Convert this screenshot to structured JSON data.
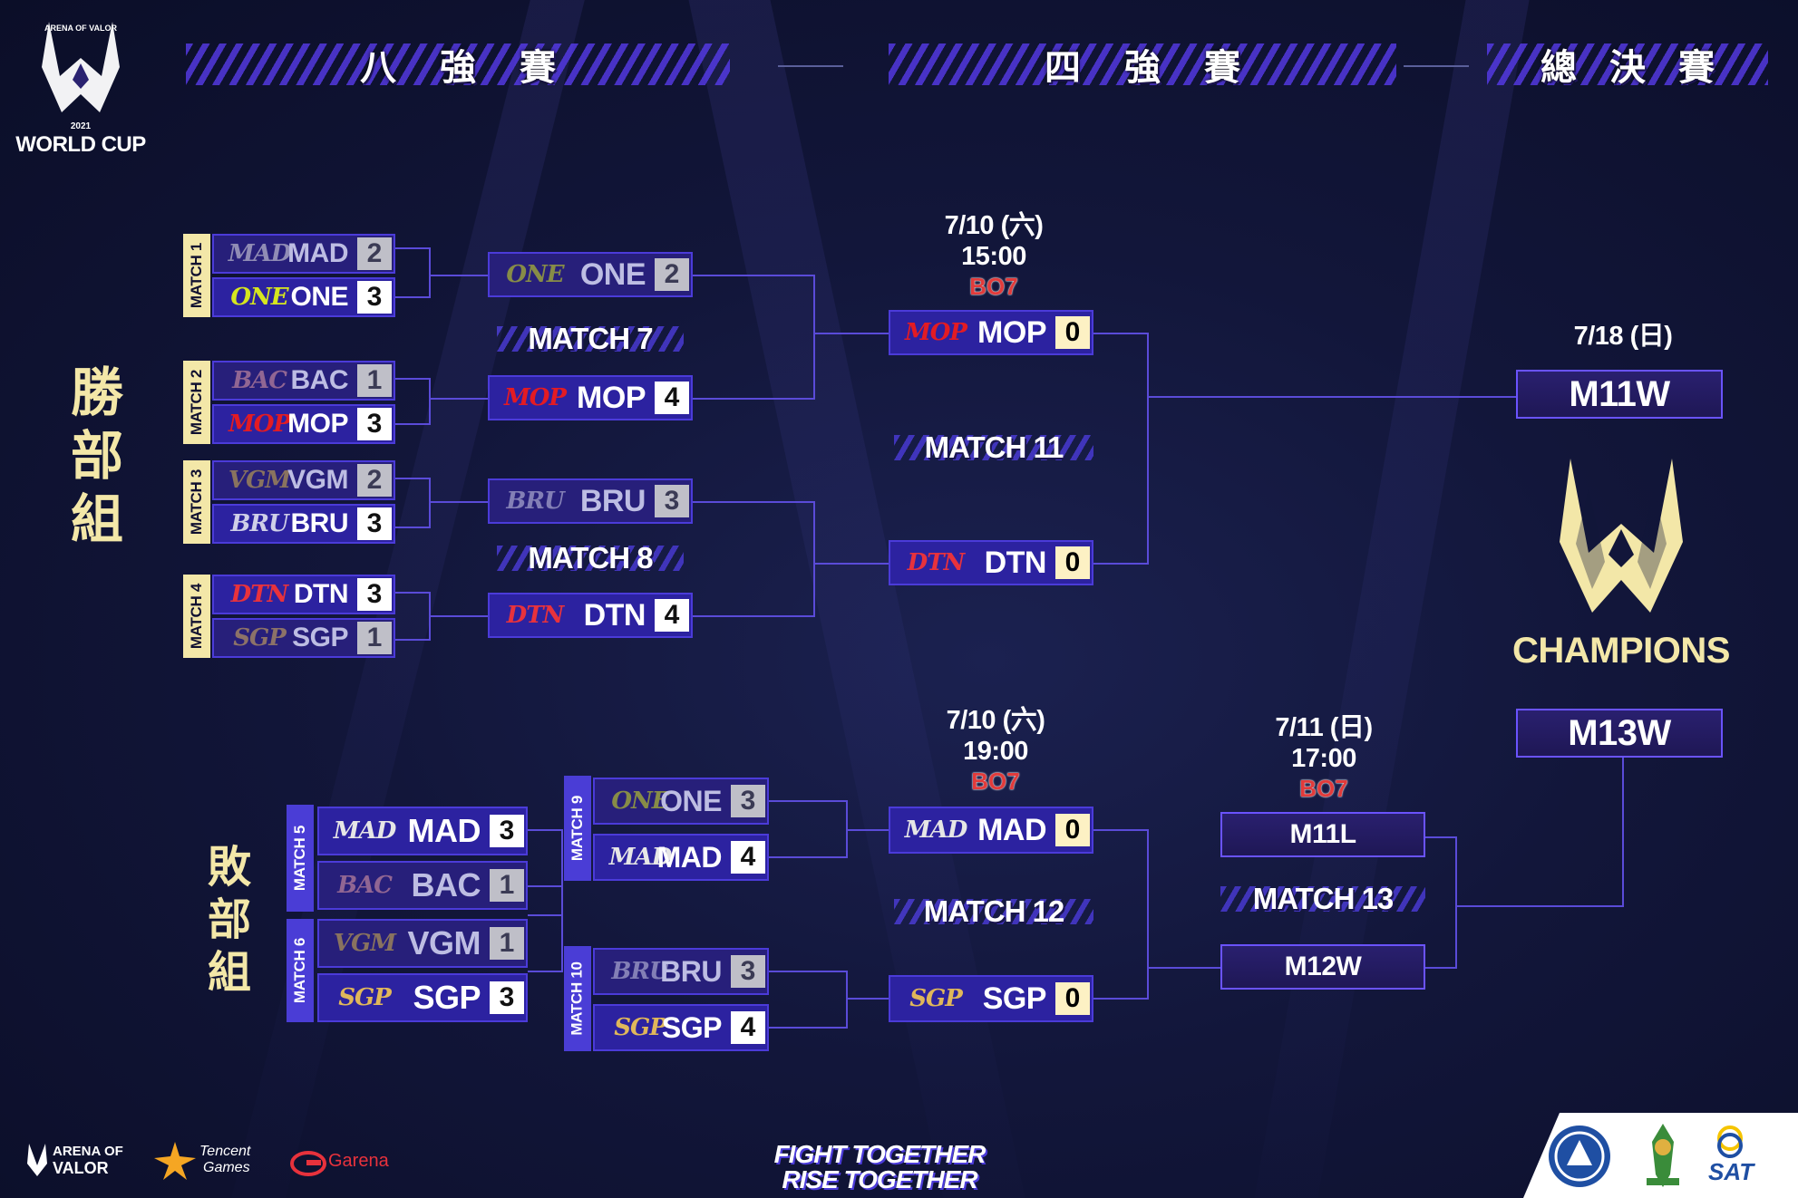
{
  "branding": {
    "logo_top": "ARENA OF VALOR",
    "logo_year": "2021",
    "logo_title": "WORLD CUP"
  },
  "headers": {
    "quarterfinal": "八強賽",
    "semifinal": "四強賽",
    "grandfinal": "總決賽"
  },
  "groups": {
    "upper": [
      "勝",
      "部",
      "組"
    ],
    "lower": [
      "敗",
      "部",
      "組"
    ]
  },
  "upper_r1": [
    {
      "tab": "MATCH 1",
      "teams": [
        {
          "logo": "MAD",
          "name": "MAD",
          "score": "2",
          "state": "loss"
        },
        {
          "logo": "ONE",
          "name": "ONE",
          "score": "3",
          "state": "win"
        }
      ]
    },
    {
      "tab": "MATCH 2",
      "teams": [
        {
          "logo": "BAC",
          "name": "BAC",
          "score": "1",
          "state": "loss"
        },
        {
          "logo": "MOP",
          "name": "MOP",
          "score": "3",
          "state": "win"
        }
      ]
    },
    {
      "tab": "MATCH 3",
      "teams": [
        {
          "logo": "VGM",
          "name": "VGM",
          "score": "2",
          "state": "loss"
        },
        {
          "logo": "BRU",
          "name": "BRU",
          "score": "3",
          "state": "win"
        }
      ]
    },
    {
      "tab": "MATCH 4",
      "teams": [
        {
          "logo": "DTN",
          "name": "DTN",
          "score": "3",
          "state": "win"
        },
        {
          "logo": "SGP",
          "name": "SGP",
          "score": "1",
          "state": "loss"
        }
      ]
    }
  ],
  "upper_r2": [
    {
      "label": "MATCH 7",
      "teams": [
        {
          "logo": "ONE",
          "name": "ONE",
          "score": "2",
          "state": "loss"
        },
        {
          "logo": "MOP",
          "name": "MOP",
          "score": "4",
          "state": "win"
        }
      ]
    },
    {
      "label": "MATCH 8",
      "teams": [
        {
          "logo": "BRU",
          "name": "BRU",
          "score": "3",
          "state": "loss"
        },
        {
          "logo": "DTN",
          "name": "DTN",
          "score": "4",
          "state": "win"
        }
      ]
    }
  ],
  "upper_semi": {
    "date": "7/10 (六)",
    "time": "15:00",
    "format": "BO7",
    "label": "MATCH 11",
    "teams": [
      {
        "logo": "MOP",
        "name": "MOP",
        "score": "0",
        "state": "pend"
      },
      {
        "logo": "DTN",
        "name": "DTN",
        "score": "0",
        "state": "pend"
      }
    ]
  },
  "lower_r1": [
    {
      "tab": "MATCH 5",
      "teams": [
        {
          "logo": "MAD",
          "name": "MAD",
          "score": "3",
          "state": "win"
        },
        {
          "logo": "BAC",
          "name": "BAC",
          "score": "1",
          "state": "loss"
        }
      ]
    },
    {
      "tab": "MATCH 6",
      "teams": [
        {
          "logo": "VGM",
          "name": "VGM",
          "score": "1",
          "state": "loss"
        },
        {
          "logo": "SGP",
          "name": "SGP",
          "score": "3",
          "state": "win"
        }
      ]
    }
  ],
  "lower_r2": [
    {
      "tab": "MATCH 9",
      "teams": [
        {
          "logo": "ONE",
          "name": "ONE",
          "score": "3",
          "state": "loss"
        },
        {
          "logo": "MAD",
          "name": "MAD",
          "score": "4",
          "state": "win"
        }
      ]
    },
    {
      "tab": "MATCH 10",
      "teams": [
        {
          "logo": "BRU",
          "name": "BRU",
          "score": "3",
          "state": "loss"
        },
        {
          "logo": "SGP",
          "name": "SGP",
          "score": "4",
          "state": "win"
        }
      ]
    }
  ],
  "lower_semi": {
    "date": "7/10 (六)",
    "time": "19:00",
    "format": "BO7",
    "label": "MATCH 12",
    "teams": [
      {
        "logo": "MAD",
        "name": "MAD",
        "score": "0",
        "state": "pend"
      },
      {
        "logo": "SGP",
        "name": "SGP",
        "score": "0",
        "state": "pend"
      }
    ]
  },
  "lower_final": {
    "date": "7/11 (日)",
    "time": "17:00",
    "format": "BO7",
    "label": "MATCH 13",
    "slots": [
      "M11L",
      "M12W"
    ]
  },
  "grand_final": {
    "date": "7/18 (日)",
    "slots": [
      "M11W",
      "M13W"
    ],
    "champions": "CHAMPIONS"
  },
  "footer": {
    "aov_line1": "ARENA OF",
    "aov_line2": "VALOR",
    "tencent_line1": "Tencent",
    "tencent_line2": "Games",
    "garena": "Garena",
    "slogan_line1": "FIGHT TOGETHER",
    "slogan_line2": "RISE TOGETHER",
    "sat": "SAT"
  },
  "colors": {
    "accent_purple": "#4b3bd9",
    "line_purple": "#6a53ff",
    "cream": "#f3e7a8",
    "bo7_red": "#e23b3b"
  },
  "team_logo_colors": {
    "MAD": "#e6e6e6",
    "ONE": "#d6e61f",
    "BAC": "#e8a0a8",
    "MOP": "#e31b23",
    "VGM": "#d9b84a",
    "BRU": "#cfcfe8",
    "DTN": "#e8323c",
    "SGP": "#e0b75a"
  }
}
